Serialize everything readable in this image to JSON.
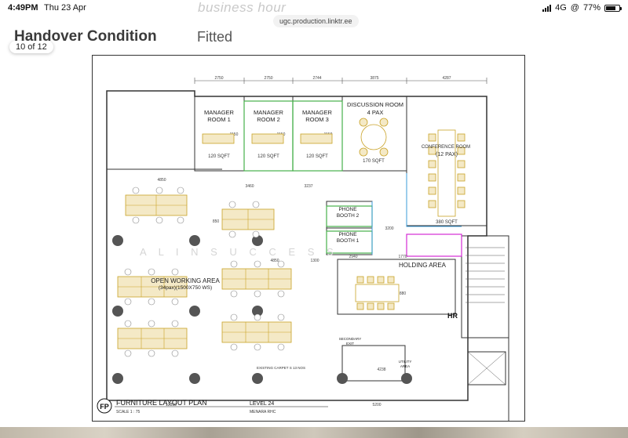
{
  "status_bar": {
    "time": "4:49PM",
    "date": "Thu 23 Apr",
    "watermark": "business hour",
    "network": "4G",
    "battery": "77%",
    "battery_level": 0.77
  },
  "browser": {
    "url": "ugc.production.linktr.ee"
  },
  "header": {
    "title": "Handover Condition",
    "value": "Fitted",
    "counter": "10 of 12"
  },
  "plan": {
    "rooms": {
      "manager1": [
        "MANAGER",
        "ROOM 1"
      ],
      "manager2": [
        "MANAGER",
        "ROOM 2"
      ],
      "manager3": [
        "MANAGER",
        "ROOM 3"
      ],
      "discussion": [
        "DISCUSSION ROOM",
        "4 PAX"
      ],
      "conference": [
        "CONFERENCE ROOM",
        "(12 PAX)"
      ],
      "phone2": [
        "PHONE",
        "BOOTH 2"
      ],
      "phone1": [
        "PHONE",
        "BOOTH 1"
      ],
      "holding": "HOLDING AREA",
      "open_working": [
        "OPEN WORKING AREA",
        "(34pax)(1500X750 WS)"
      ],
      "secondary_exit": [
        "SECONDARY",
        "EXIT"
      ],
      "utility": [
        "UTILITY",
        "AREA"
      ]
    },
    "areas": {
      "m1": "120 SQFT",
      "m2": "120 SQFT",
      "m3": "120 SQFT",
      "discussion": "170 SQFT",
      "conference": "380 SQFT"
    },
    "dimensions_top": [
      "2750",
      "2750",
      "2744",
      "3875",
      "4287"
    ],
    "dimensions_misc": [
      "4850",
      "3460",
      "3237",
      "1150",
      "1150",
      "1150",
      "850",
      "3200",
      "12850",
      "2940",
      "4850",
      "1300",
      "1770",
      "4238",
      "880",
      "5200"
    ],
    "watermark": "A L I N S U C C E S S",
    "lift_label": "HR",
    "existing_note": "EXISTING CARPET S 13 NOS",
    "title_block": {
      "badge": "FP",
      "title": "FURNITURE LAYOUT PLAN",
      "scale": "SCALE   1 : 75",
      "level": "LEVEL 24",
      "building": "MENARA RHC"
    }
  },
  "colors": {
    "plan_line": "#333333",
    "furniture": "#c9a227",
    "green_outline": "#47b04b",
    "magenta": "#d42bd4",
    "cyan": "#3a9bd9",
    "column": "#555555"
  }
}
